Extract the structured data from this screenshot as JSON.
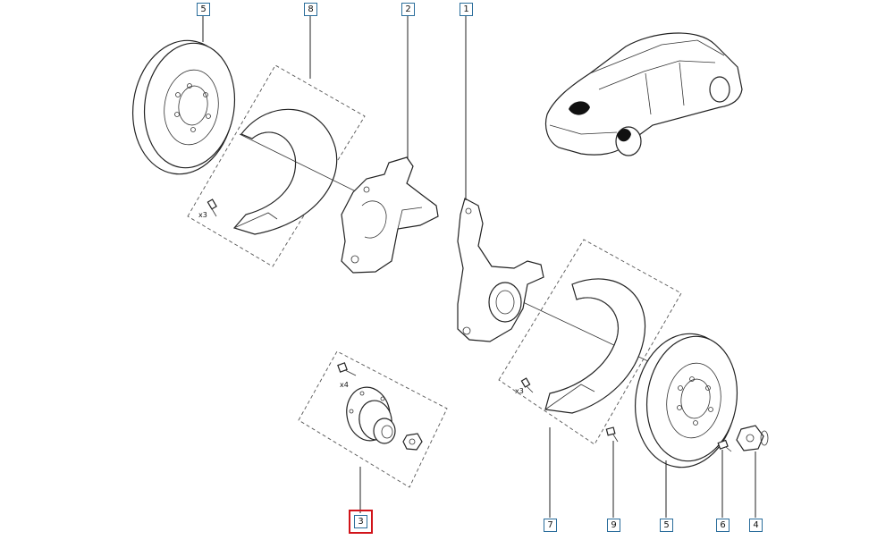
{
  "diagram": {
    "callouts": {
      "c1": "1",
      "c2": "2",
      "c3": "3",
      "c4": "4",
      "c5_top": "5",
      "c5_bottom": "5",
      "c6": "6",
      "c7": "7",
      "c8": "8",
      "c9": "9"
    },
    "quantities": {
      "left_shield_bolts": "x3",
      "hub_bolts": "x4",
      "right_shield_bolts": "x3"
    },
    "selected_part": "3",
    "colors": {
      "callout_border": "#2a6d9b",
      "selection": "#d1141a",
      "line": "#222222"
    }
  }
}
